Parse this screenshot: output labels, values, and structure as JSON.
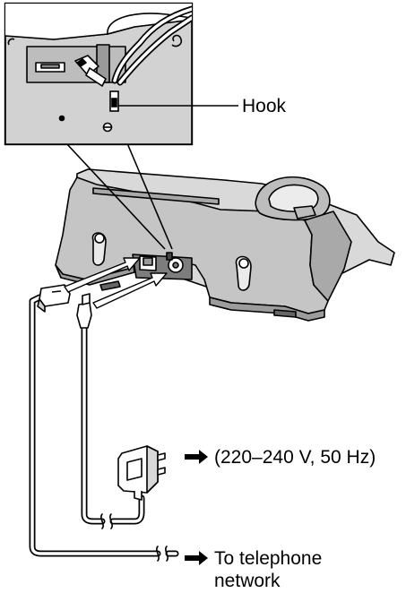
{
  "labels": {
    "hook": "Hook",
    "power_spec": "(220–240 V, 50 Hz)",
    "telephone_line1": "To telephone",
    "telephone_line2": "network"
  },
  "icons": {
    "arrow": "right-arrow-icon"
  },
  "colors": {
    "ink": "#000000",
    "body_fill": "#c8c8c8",
    "body_shade": "#9a9a9a",
    "inset_fill": "#d6d6d6"
  }
}
